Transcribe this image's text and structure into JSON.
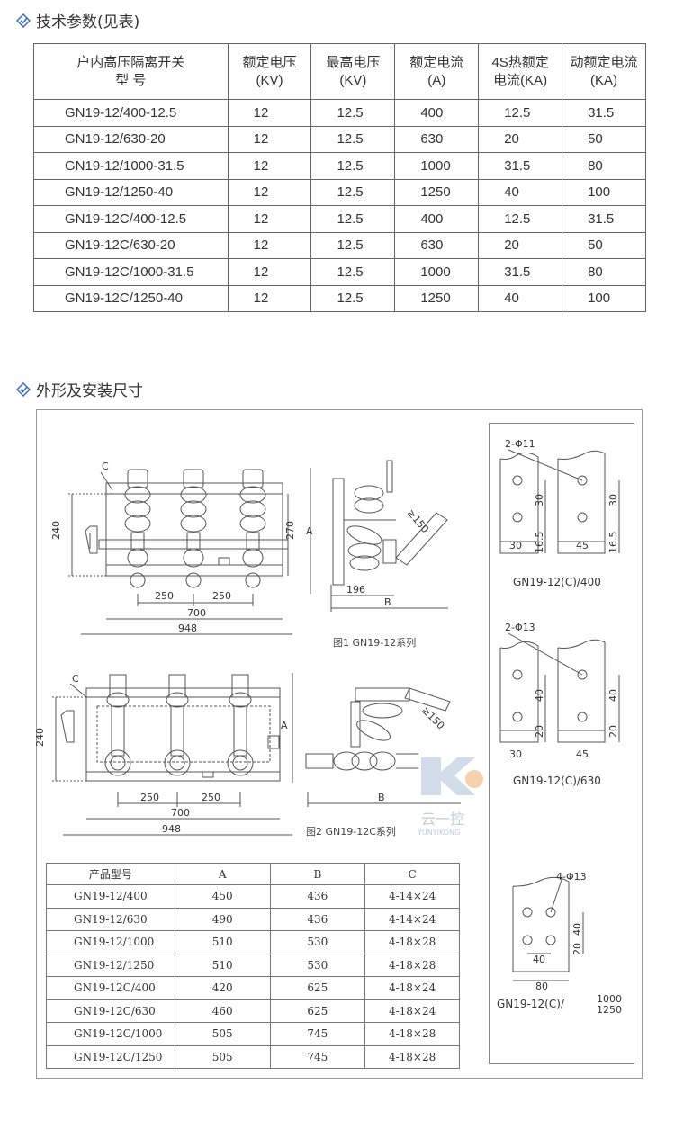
{
  "sections": {
    "tech_params": "技术参数(见表)",
    "dimensions": "外形及安装尺寸"
  },
  "params_table": {
    "headers": [
      [
        "户内高压隔离开关",
        "型  号"
      ],
      [
        "额定电压",
        "(KV)"
      ],
      [
        "最高电压",
        "(KV)"
      ],
      [
        "额定电流",
        "(A)"
      ],
      [
        "4S热额定",
        "电流(KA)"
      ],
      [
        "动额定电流",
        "(KA)"
      ]
    ],
    "rows": [
      [
        "GN19-12/400-12.5",
        "12",
        "12.5",
        "400",
        "12.5",
        "31.5"
      ],
      [
        "GN19-12/630-20",
        "12",
        "12.5",
        "630",
        "20",
        "50"
      ],
      [
        "GN19-12/1000-31.5",
        "12",
        "12.5",
        "1000",
        "31.5",
        "80"
      ],
      [
        "GN19-12/1250-40",
        "12",
        "12.5",
        "1250",
        "40",
        "100"
      ],
      [
        "GN19-12C/400-12.5",
        "12",
        "12.5",
        "400",
        "12.5",
        "31.5"
      ],
      [
        "GN19-12C/630-20",
        "12",
        "12.5",
        "630",
        "20",
        "50"
      ],
      [
        "GN19-12C/1000-31.5",
        "12",
        "12.5",
        "1000",
        "31.5",
        "80"
      ],
      [
        "GN19-12C/1250-40",
        "12",
        "12.5",
        "1250",
        "40",
        "100"
      ]
    ]
  },
  "drawings": {
    "fig1_caption": "图1 GN19-12系列",
    "fig2_caption": "图2 GN19-12C系列",
    "dims": {
      "d240": "240",
      "d270": "270",
      "d250": "250",
      "d700": "700",
      "d948": "948",
      "dA": "A",
      "dB": "B",
      "dC": "C",
      "d196": "196",
      "d150": "≥150"
    },
    "mount1": {
      "hole": "2-Φ11",
      "v1": "30",
      "v2": "16.5",
      "h1": "30",
      "h2": "45",
      "caption": "GN19-12(C)/400"
    },
    "mount2": {
      "hole": "2-Φ13",
      "v1": "40",
      "v2": "20",
      "h1": "30",
      "h2": "45",
      "caption": "GN19-12(C)/630"
    },
    "mount3": {
      "hole": "4-Φ13",
      "v1": "40",
      "v2": "20",
      "h1": "40",
      "h2": "80",
      "caption": "GN19-12(C)/",
      "cap_top": "1000",
      "cap_bot": "1250"
    }
  },
  "dims_table": {
    "headers": [
      "产品型号",
      "A",
      "B",
      "C"
    ],
    "rows": [
      [
        "GN19-12/400",
        "450",
        "436",
        "4-14×24"
      ],
      [
        "GN19-12/630",
        "490",
        "436",
        "4-14×24"
      ],
      [
        "GN19-12/1000",
        "510",
        "530",
        "4-18×28"
      ],
      [
        "GN19-12/1250",
        "510",
        "530",
        "4-18×28"
      ],
      [
        "GN19-12C/400",
        "420",
        "625",
        "4-18×24"
      ],
      [
        "GN19-12C/630",
        "460",
        "625",
        "4-18×24"
      ],
      [
        "GN19-12C/1000",
        "505",
        "745",
        "4-18×28"
      ],
      [
        "GN19-12C/1250",
        "505",
        "745",
        "4-18×28"
      ]
    ]
  },
  "watermark": {
    "cn": "云一控",
    "en": "YUNYIKONG"
  }
}
